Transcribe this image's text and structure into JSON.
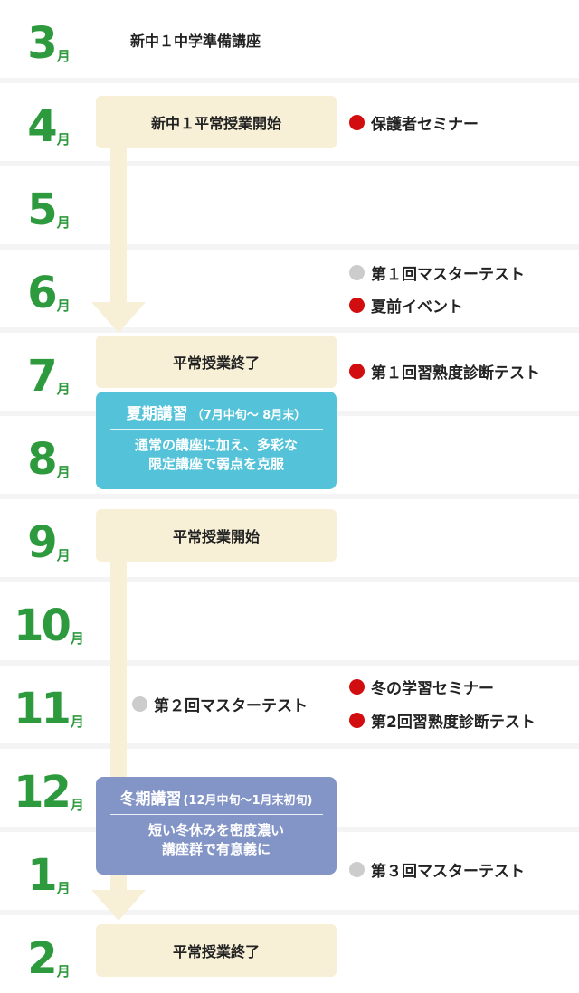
{
  "month_unit": "月",
  "months": [
    "3",
    "4",
    "5",
    "6",
    "7",
    "8",
    "9",
    "10",
    "11",
    "12",
    "1",
    "2"
  ],
  "colors": {
    "month_green": "#2e9a3e",
    "beige": "#f7efd6",
    "summer_blue": "#54c3d9",
    "winter_blue": "#8394c7",
    "dot_red": "#d10d10",
    "dot_gray": "#cccccc"
  },
  "schedule": {
    "pre_course": "新中１中学準備講座",
    "april_start": "新中１平常授業開始",
    "july_end": "平常授業終了",
    "sept_start": "平常授業開始",
    "feb_end": "平常授業終了",
    "nov_test": "第２回マスターテスト"
  },
  "summer": {
    "title": "夏期講習",
    "period": "（7月中旬～ 8月末）",
    "desc_line1": "通常の講座に加え、多彩な",
    "desc_line2": "限定講座で弱点を克服"
  },
  "winter": {
    "title": "冬期講習",
    "period": "(12月中旬～1月末初旬)",
    "desc_line1": "短い冬休みを密度濃い",
    "desc_line2": "講座群で有意義に"
  },
  "events": {
    "apr_seminar": "保護者セミナー",
    "jun_master1": "第１回マスターテスト",
    "jun_summer_event": "夏前イベント",
    "jul_diag1": "第１回習熟度診断テスト",
    "nov_winter_seminar": "冬の学習セミナー",
    "nov_diag2": "第2回習熟度診断テスト",
    "jan_master3": "第３回マスターテスト"
  }
}
